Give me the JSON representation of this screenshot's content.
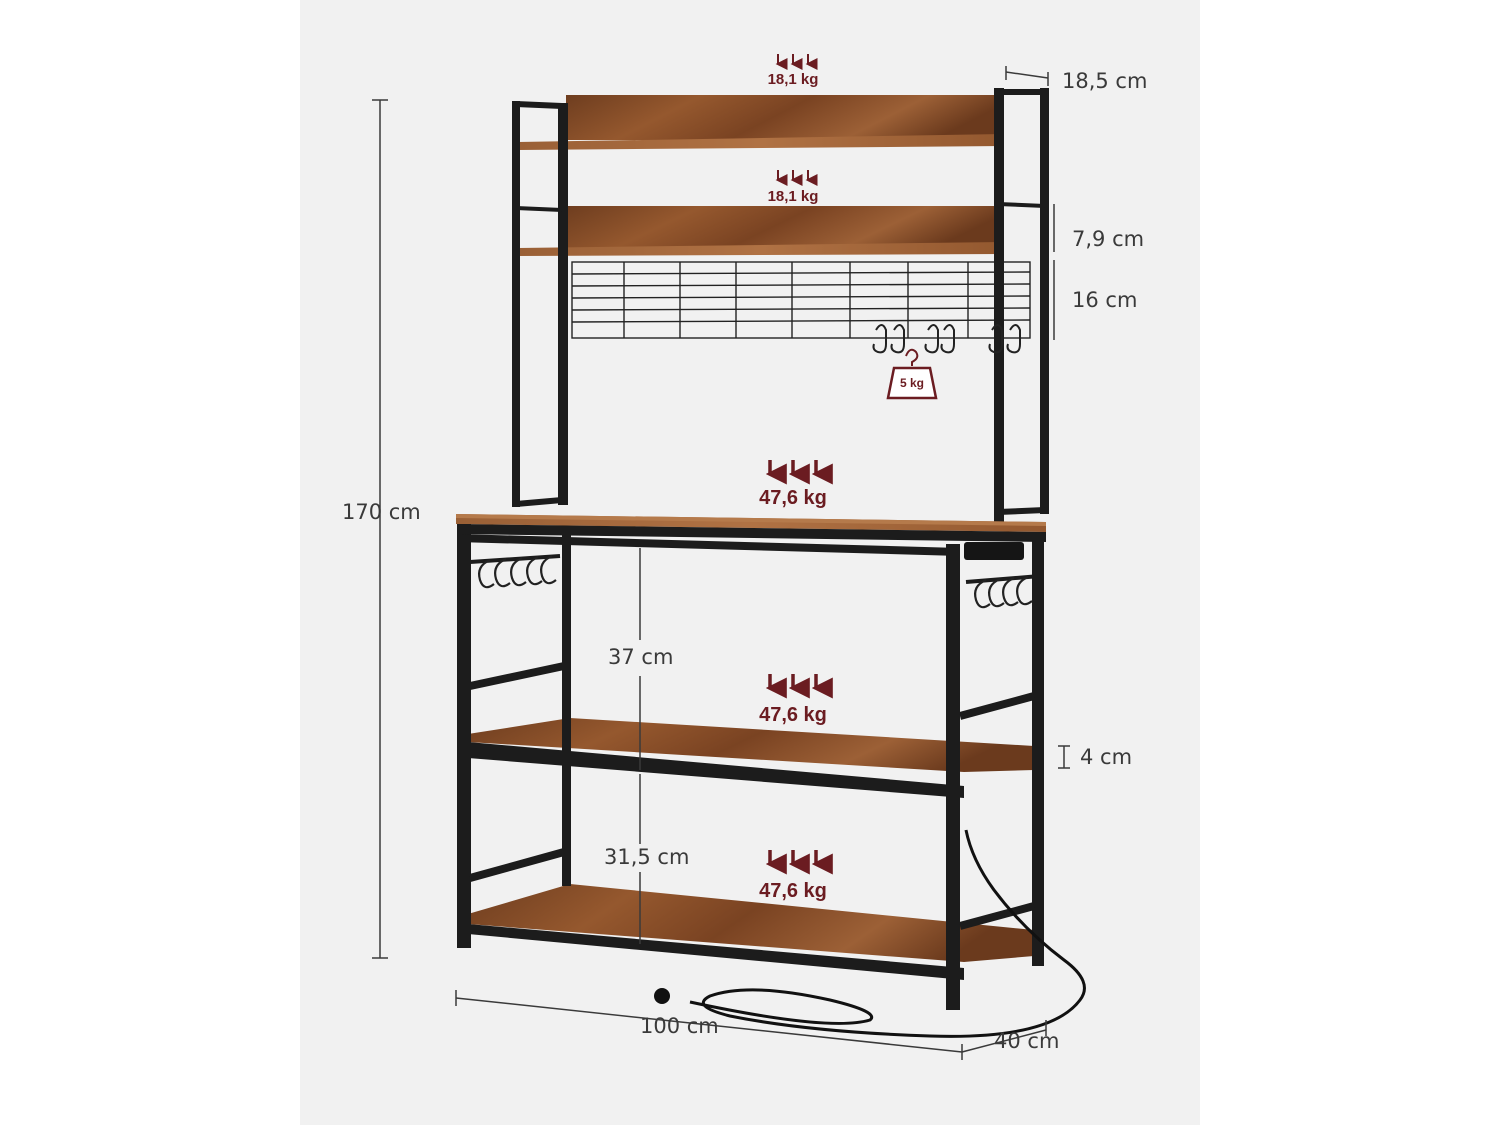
{
  "dimensions": {
    "height_total": "170 cm",
    "depth_hutch": "18,5 cm",
    "hutch_shelf_gap": "7,9 cm",
    "grid_height": "16 cm",
    "lower_gap_1": "37 cm",
    "lower_gap_2": "31,5 cm",
    "shelf_thickness": "4 cm",
    "width": "100 cm",
    "depth": "40 cm"
  },
  "loads": {
    "top_shelf": "18,1 kg",
    "second_shelf": "18,1 kg",
    "hook_weight": "5 kg",
    "desk_top": "47,6 kg",
    "middle_shelf": "47,6 kg",
    "bottom_shelf": "47,6 kg"
  },
  "colors": {
    "load_arrow": "#6b1c21",
    "frame": "#1c1c1c",
    "wood": "#8a4f2a",
    "dimension_line": "#3a3a3a"
  }
}
